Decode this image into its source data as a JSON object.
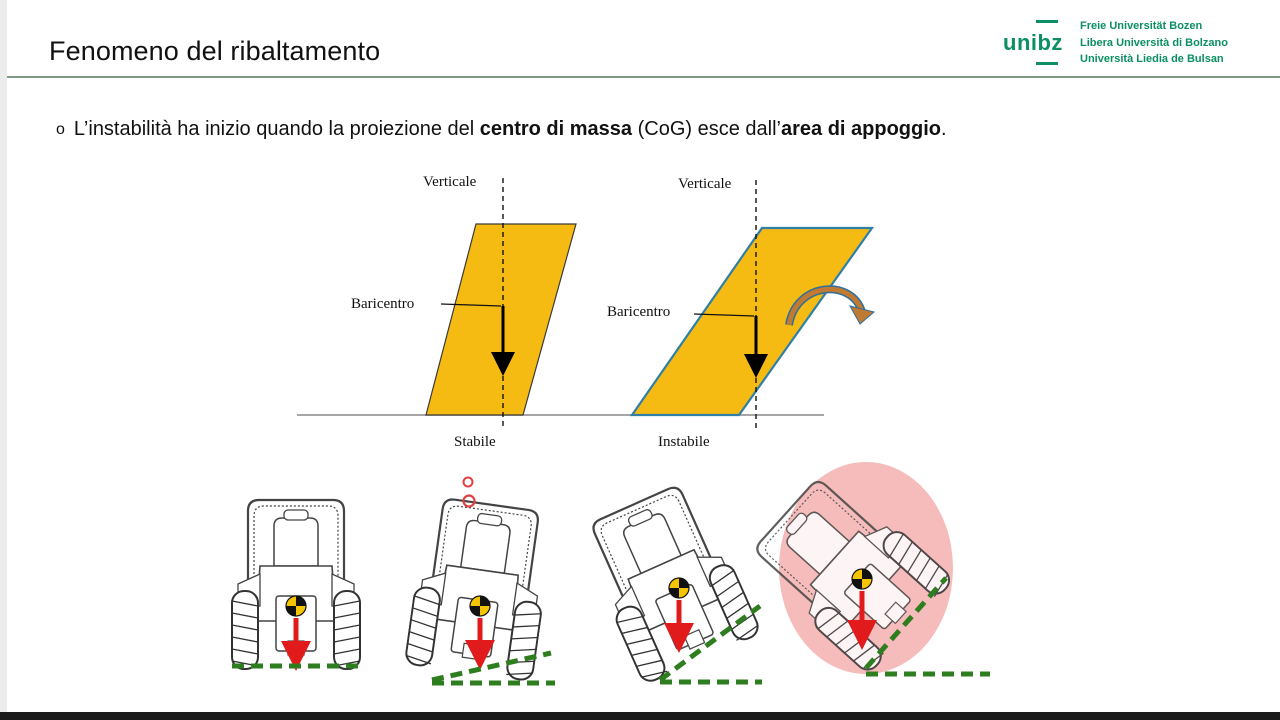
{
  "header": {
    "title": "Fenomeno del ribaltamento"
  },
  "logo": {
    "word": "unibz",
    "lines": [
      "Freie Universität Bozen",
      "Libera Università di Bolzano",
      "Università Liedia de Bulsan"
    ]
  },
  "bullet": {
    "mark": "o",
    "part1": "L’instabilità ha inizio quando la proiezione del ",
    "bold1": "centro di massa",
    "part2": " (CoG) esce dall’",
    "bold2": "area di appoggio",
    "part3": "."
  },
  "diagram": {
    "stable": {
      "vertical_label": "Verticale",
      "cog_label": "Baricentro",
      "caption": "Stabile"
    },
    "unstable": {
      "vertical_label": "Verticale",
      "cog_label": "Baricentro",
      "caption": "Instabile"
    }
  },
  "colors": {
    "block_fill": "#f5bb13",
    "unstable_outline": "#2f7fa6",
    "rotation_arrow": "#c07a32",
    "weight_arrow": "#e11b1b",
    "support_line": "#2e7d1e",
    "danger_fill": "#f5b8b8",
    "logo_green": "#0c8f61"
  },
  "tractors": [
    {
      "tilt_deg": 0,
      "state": "upright"
    },
    {
      "tilt_deg": 8,
      "state": "slight slope"
    },
    {
      "tilt_deg": 24,
      "state": "steep slope"
    },
    {
      "tilt_deg": 48,
      "state": "overturning"
    }
  ]
}
